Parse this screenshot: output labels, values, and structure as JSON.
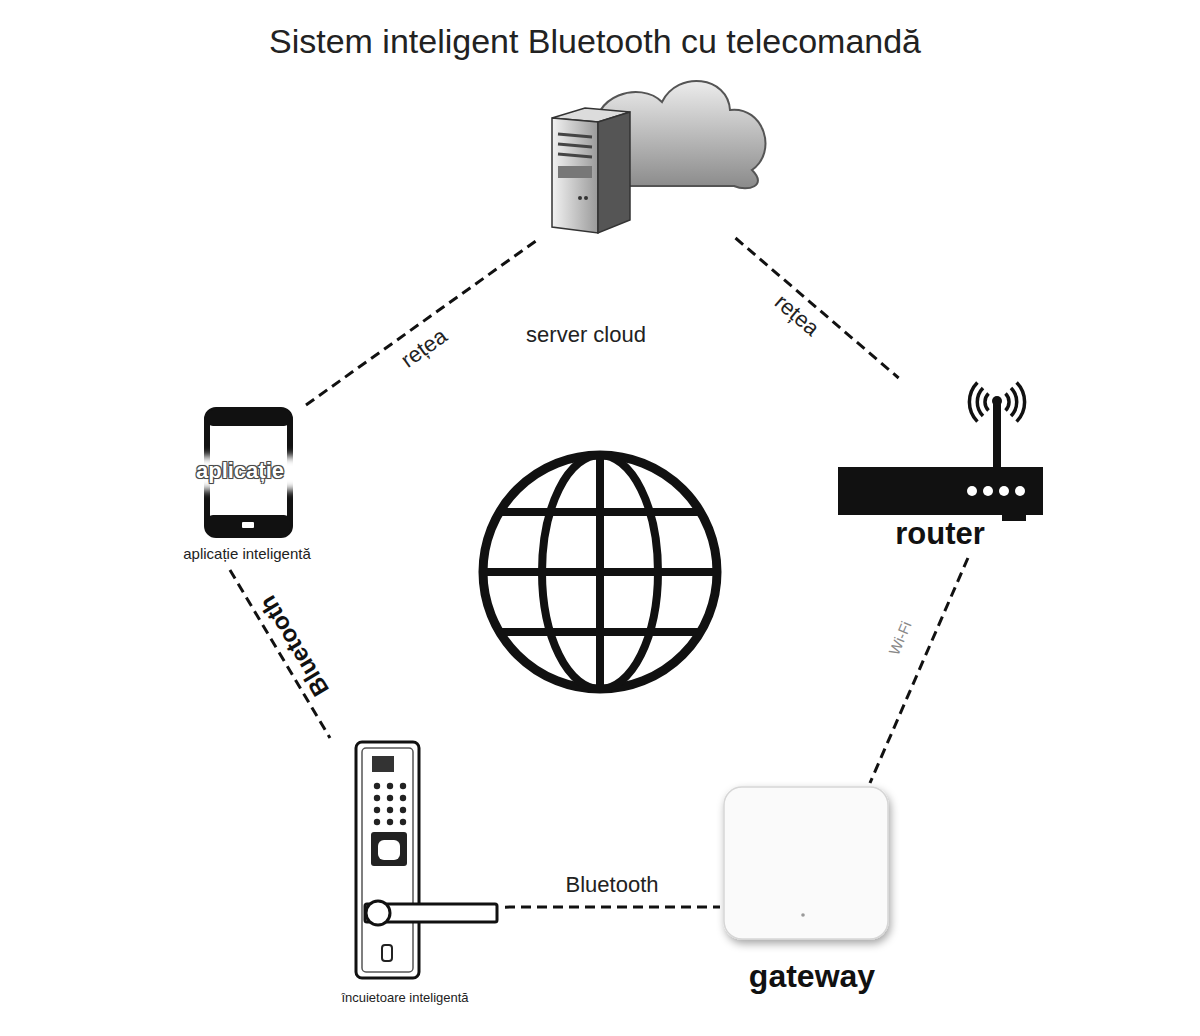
{
  "diagram": {
    "title": "Sistem inteligent Bluetooth cu telecomandă",
    "nodes": [
      {
        "text": [
          "server cloud"
        ]
      },
      {
        "text": [
          "aplicație",
          "aplicație inteligentă"
        ]
      },
      {
        "text": [
          "router"
        ]
      },
      {
        "text": [
          "încuietoare inteligentă"
        ]
      },
      {
        "text": [
          "gateway"
        ]
      }
    ],
    "edges": [
      {
        "from": 1,
        "to": 0,
        "arrow": "none",
        "label": "rețea"
      },
      {
        "from": 0,
        "to": 2,
        "arrow": "none",
        "label": "rețea"
      },
      {
        "from": 2,
        "to": 4,
        "arrow": "none",
        "label": "Wi-Fi"
      },
      {
        "from": 3,
        "to": 4,
        "arrow": "none",
        "label": "Bluetooth"
      },
      {
        "from": 1,
        "to": 3,
        "arrow": "none",
        "label": "Bluetooth"
      }
    ]
  }
}
